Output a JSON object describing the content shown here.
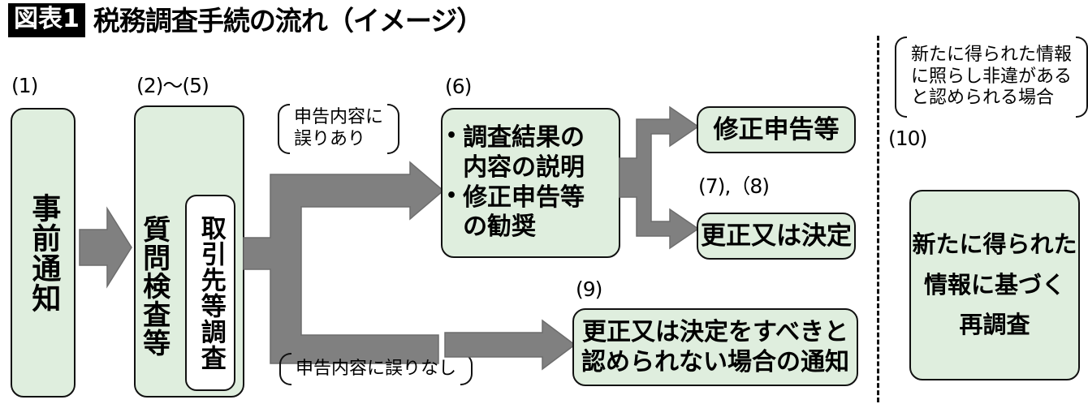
{
  "header": {
    "badge": "図表1",
    "title": "税務調査手続の流れ（イメージ）"
  },
  "colors": {
    "box_fill": "#dfeede",
    "box_stroke": "#111111",
    "arrow_fill": "#808080",
    "arrow_stroke": "#666666",
    "badge_bg": "#000000",
    "divider": "#111111",
    "page_bg": "#ffffff"
  },
  "steps": {
    "s1": {
      "label": "(1)",
      "text": "事前通知"
    },
    "s2_5": {
      "label": "(2)〜(5)",
      "text": "質問検査等",
      "inner_text": "取引先等調査"
    },
    "s6": {
      "label": "(6)",
      "bullets": [
        "調査結果の\n内容の説明",
        "修正申告等\nの勧奨"
      ]
    },
    "s7_8": {
      "label": "(7),（8)",
      "amended_return": "修正申告等",
      "correction_or_determination": "更正又は決定"
    },
    "s9": {
      "label": "(9)",
      "text": "更正又は決定をすべきと\n認められない場合の通知"
    },
    "s10": {
      "label": "(10)",
      "text": "新たに得られた\n情報に基づく\n再調査"
    }
  },
  "brackets": {
    "error_yes": "申告内容に\n誤りあり",
    "error_no": "申告内容に誤りなし",
    "new_info": "新たに得られた情報\nに照らし非違がある\nと認められる場合"
  }
}
